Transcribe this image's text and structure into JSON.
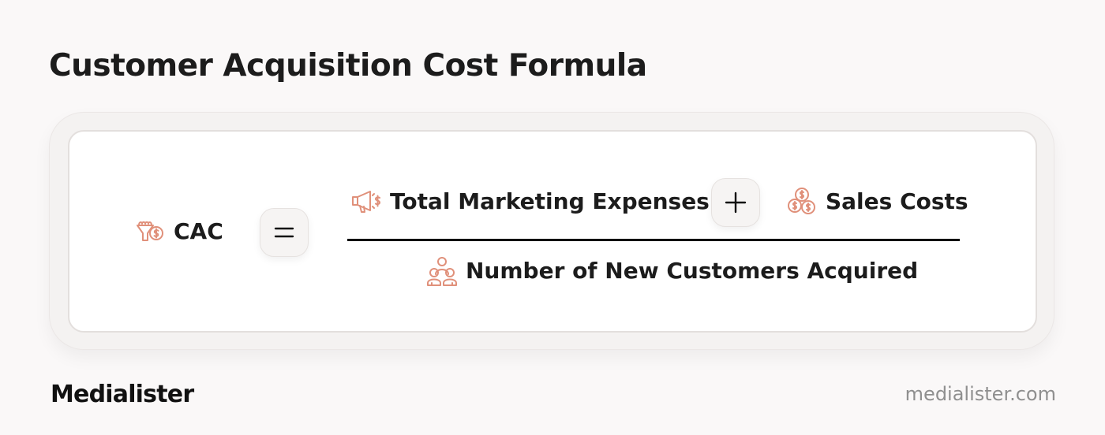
{
  "title": "Customer Acquisition Cost Formula",
  "accent_color": "#e0907a",
  "formula": {
    "result": {
      "label": "CAC",
      "icon": "funnel-dollar-icon"
    },
    "equals_operator": {
      "symbol": "equals-icon"
    },
    "numerator": [
      {
        "label": "Total Marketing Expenses",
        "icon": "megaphone-dollar-icon"
      },
      {
        "label": "Sales Costs",
        "icon": "coins-dollar-icon"
      }
    ],
    "plus_operator": {
      "symbol": "plus-icon"
    },
    "denominator": {
      "label": "Number of New Customers Acquired",
      "icon": "people-group-icon"
    }
  },
  "footer": {
    "brand": "Medialister",
    "url": "medialister.com"
  }
}
